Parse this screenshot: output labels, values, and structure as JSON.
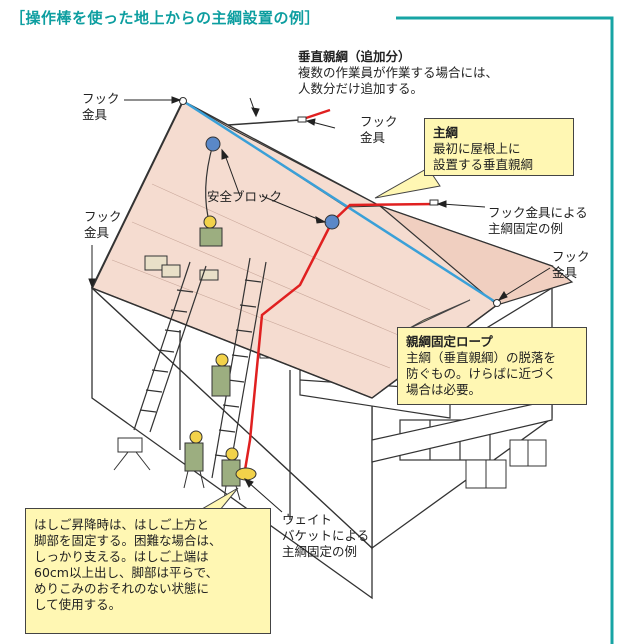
{
  "title": "［操作棒を使った地上からの主綱設置の例］",
  "labels": {
    "hook1": [
      "フック",
      "金具"
    ],
    "hook2": [
      "フック",
      "金具"
    ],
    "hook3": [
      "フック",
      "金具"
    ],
    "hook4": [
      "フック",
      "金具"
    ],
    "vertical_head": "垂直親綱（追加分）",
    "vertical_body": [
      "複数の作業員が作業する場合には、",
      "人数分だけ追加する。"
    ],
    "safety_block": "安全ブロック",
    "hook_fixing": [
      "フック金具による",
      "主綱固定の例"
    ],
    "weight": [
      "ウェイト",
      "バケットによる",
      "主綱固定の例"
    ]
  },
  "boxes": {
    "main_rope": {
      "head": "主綱",
      "body": [
        "最初に屋根上に",
        "設置する垂直親綱"
      ]
    },
    "anchor_rope": {
      "head": "親綱固定ロープ",
      "body": [
        "主綱（垂直親綱）の脱落を",
        "防ぐもの。けらばに近づく",
        "場合は必要。"
      ]
    },
    "ladder": {
      "body": [
        "はしご昇降時は、はしご上方と",
        "脚部を固定する。困難な場合は、",
        "しっかり支える。はしご上端は",
        "60cm以上出し、脚部は平らで、",
        "めりこみのおそれのない状態に",
        "して使用する。"
      ]
    }
  },
  "colors": {
    "title": "#0d9ea0",
    "roof": "#f5dcd0",
    "main_rope": "#e02020",
    "lifeline": "#3aa0d8",
    "box_fill": "#fff7b3",
    "frame_line": "#17a4a4"
  }
}
